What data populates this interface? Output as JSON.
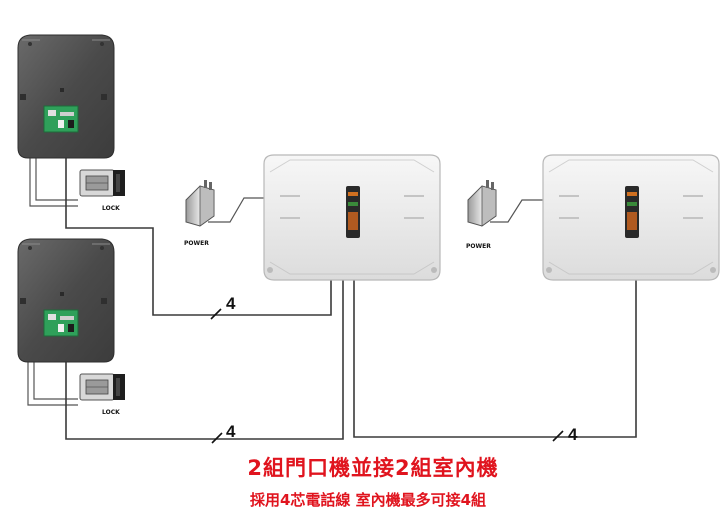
{
  "diagram": {
    "labels": {
      "lock_1": "LOCK",
      "lock_2": "LOCK",
      "power_1": "POWER",
      "power_2": "POWER",
      "wire_count_1": "4",
      "wire_count_2": "4",
      "wire_count_3": "4"
    },
    "caption": {
      "main": "2組門口機並接2組室內機",
      "sub": "採用4芯電話線  室內機最多可接4組"
    },
    "colors": {
      "caption": "#e0141e",
      "wire": "#3a3a3a",
      "door_station": "#505050",
      "indoor_monitor": "#ececec"
    },
    "components": [
      {
        "type": "door-station",
        "icon": "door-station-icon"
      },
      {
        "type": "door-station",
        "icon": "door-station-icon"
      },
      {
        "type": "electric-lock",
        "icon": "lock-icon"
      },
      {
        "type": "electric-lock",
        "icon": "lock-icon"
      },
      {
        "type": "power-adapter",
        "icon": "power-adapter-icon"
      },
      {
        "type": "power-adapter",
        "icon": "power-adapter-icon"
      },
      {
        "type": "indoor-monitor",
        "icon": "indoor-monitor-icon"
      },
      {
        "type": "indoor-monitor",
        "icon": "indoor-monitor-icon"
      }
    ]
  }
}
